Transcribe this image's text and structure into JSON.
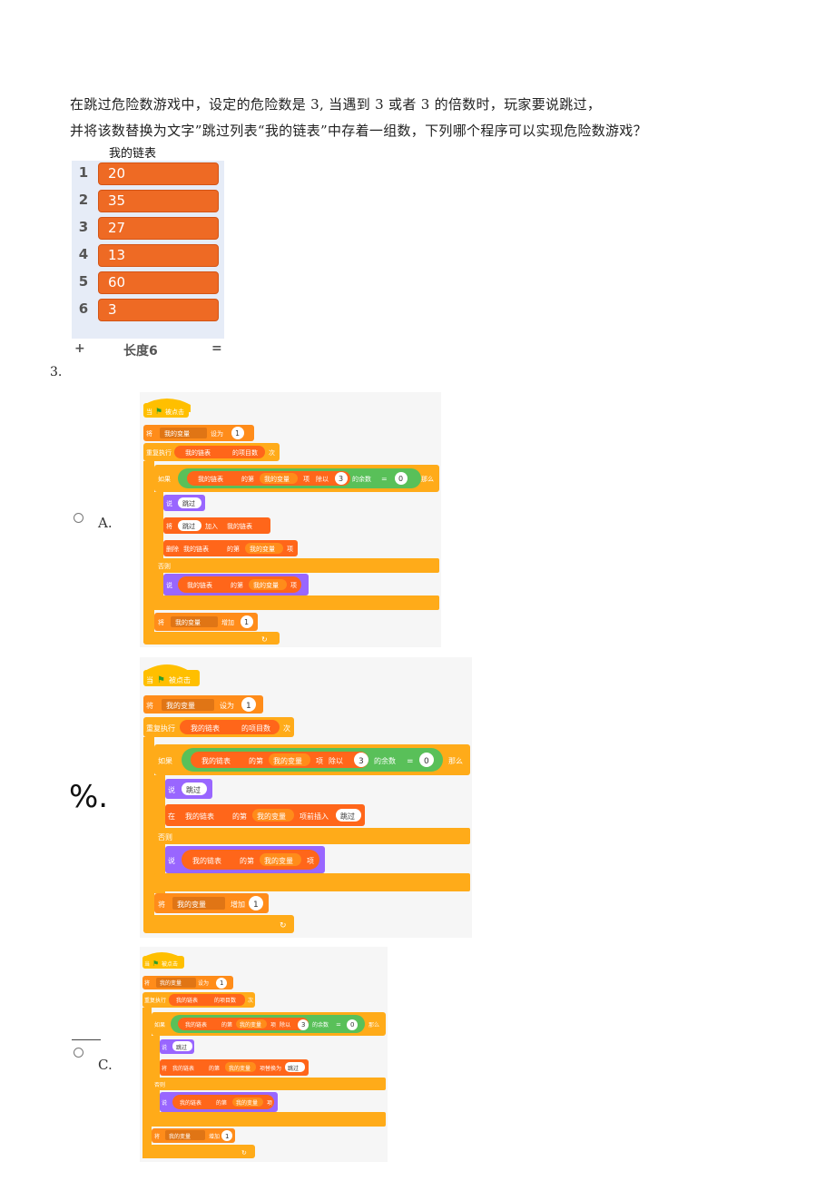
{
  "question": {
    "line1": "在跳过危险数游戏中，设定的危险数是 3, 当遇到 3 或者 3 的倍数时，玩家要说跳过，",
    "line2": "并将该数替换为文字”跳过列表“我的链表”中存着一组数，下列哪个程序可以实现危险数游戏？",
    "number": "3."
  },
  "list_monitor": {
    "title": "我的链表",
    "items": [
      {
        "index": "1",
        "value": "20"
      },
      {
        "index": "2",
        "value": "35"
      },
      {
        "index": "3",
        "value": "27"
      },
      {
        "index": "4",
        "value": "13"
      },
      {
        "index": "5",
        "value": "60"
      },
      {
        "index": "6",
        "value": "3"
      }
    ],
    "add_symbol": "+",
    "length_label": "长度6",
    "resize_symbol": "="
  },
  "options": [
    {
      "letter": "A."
    },
    {
      "letter": "%."
    },
    {
      "letter": "C."
    }
  ],
  "blocks": {
    "when_flag": "当",
    "flag_clicked": "被点击",
    "set": "将",
    "my_var": "我的变量",
    "set_to": "设为",
    "one": "1",
    "repeat": "重复执行",
    "my_list": "我的链表",
    "item_count": "的项目数",
    "times": "次",
    "if": "如果",
    "of_item": "的第",
    "item": "项",
    "divide_by": "除以",
    "three": "3",
    "remainder": "的余数",
    "equals": "=",
    "zero": "0",
    "then": "那么",
    "say": "说",
    "skip": "跳过",
    "add": "加入",
    "delete": "删除",
    "else": "否则",
    "change_by": "增加",
    "in": "在",
    "insert_before": "项前插入",
    "replace_with": "项替换为"
  },
  "colors": {
    "events": "#ffbf00",
    "control": "#ffab19",
    "variables": "#ff8c1a",
    "list": "#ff661a",
    "looks": "#9966ff",
    "operators": "#59c059",
    "list_cell": "#ee6a24",
    "monitor_bg": "#e6ecf7"
  }
}
